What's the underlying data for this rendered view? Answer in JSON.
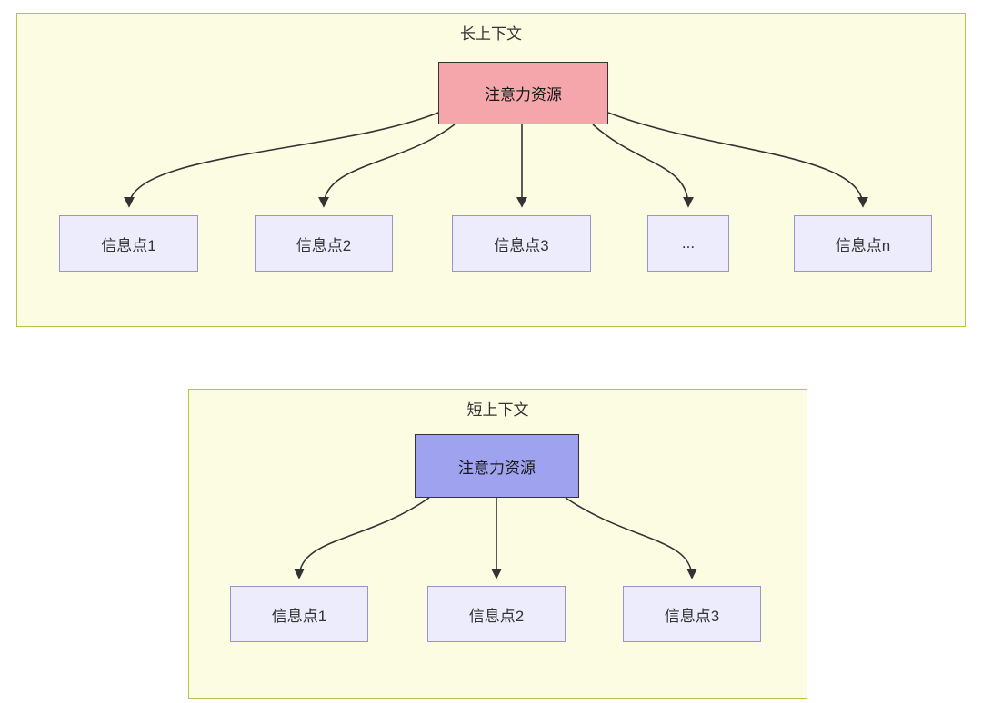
{
  "long_context": {
    "title": "长上下文",
    "attention_label": "注意力资源",
    "nodes": [
      "信息点1",
      "信息点2",
      "信息点3",
      "...",
      "信息点n"
    ]
  },
  "short_context": {
    "title": "短上下文",
    "attention_label": "注意力资源",
    "nodes": [
      "信息点1",
      "信息点2",
      "信息点3"
    ]
  },
  "colors": {
    "panel_background": "#fcfce3",
    "panel_border": "#b9c24b",
    "long_attention_fill": "#f4a6ab",
    "short_attention_fill": "#9fa2ee",
    "node_fill": "#ececfc",
    "node_border": "#9b93c9",
    "arrow": "#333333",
    "text": "#333333"
  }
}
